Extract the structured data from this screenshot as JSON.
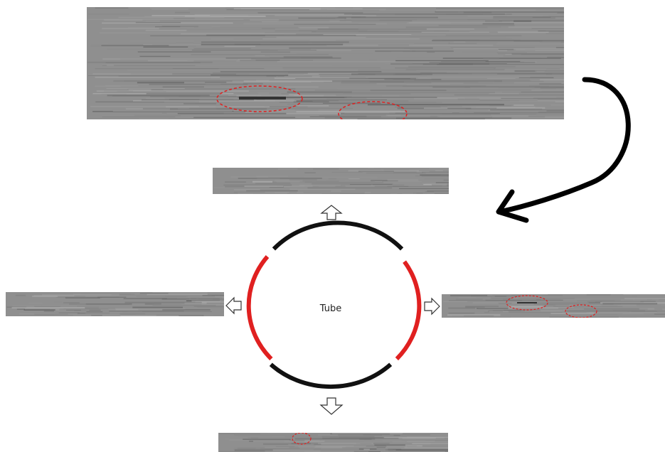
{
  "diagram": {
    "tube_label": "Tube",
    "colors": {
      "defect_highlight": "#e02020",
      "tube_outline": "#111111",
      "scan_background": "#8f8f8f",
      "arrow_fill": "#ffffff",
      "arrow_stroke": "#333333"
    },
    "scans": [
      {
        "name": "scan-main",
        "markers": 2
      },
      {
        "name": "scan-top",
        "markers": 0
      },
      {
        "name": "scan-left",
        "markers": 0
      },
      {
        "name": "scan-right",
        "markers": 2
      },
      {
        "name": "scan-bottom",
        "markers": 1
      }
    ],
    "icons": [
      "curved-arrow-icon",
      "arrow-up-icon",
      "arrow-down-icon",
      "arrow-left-icon",
      "arrow-right-icon"
    ]
  }
}
